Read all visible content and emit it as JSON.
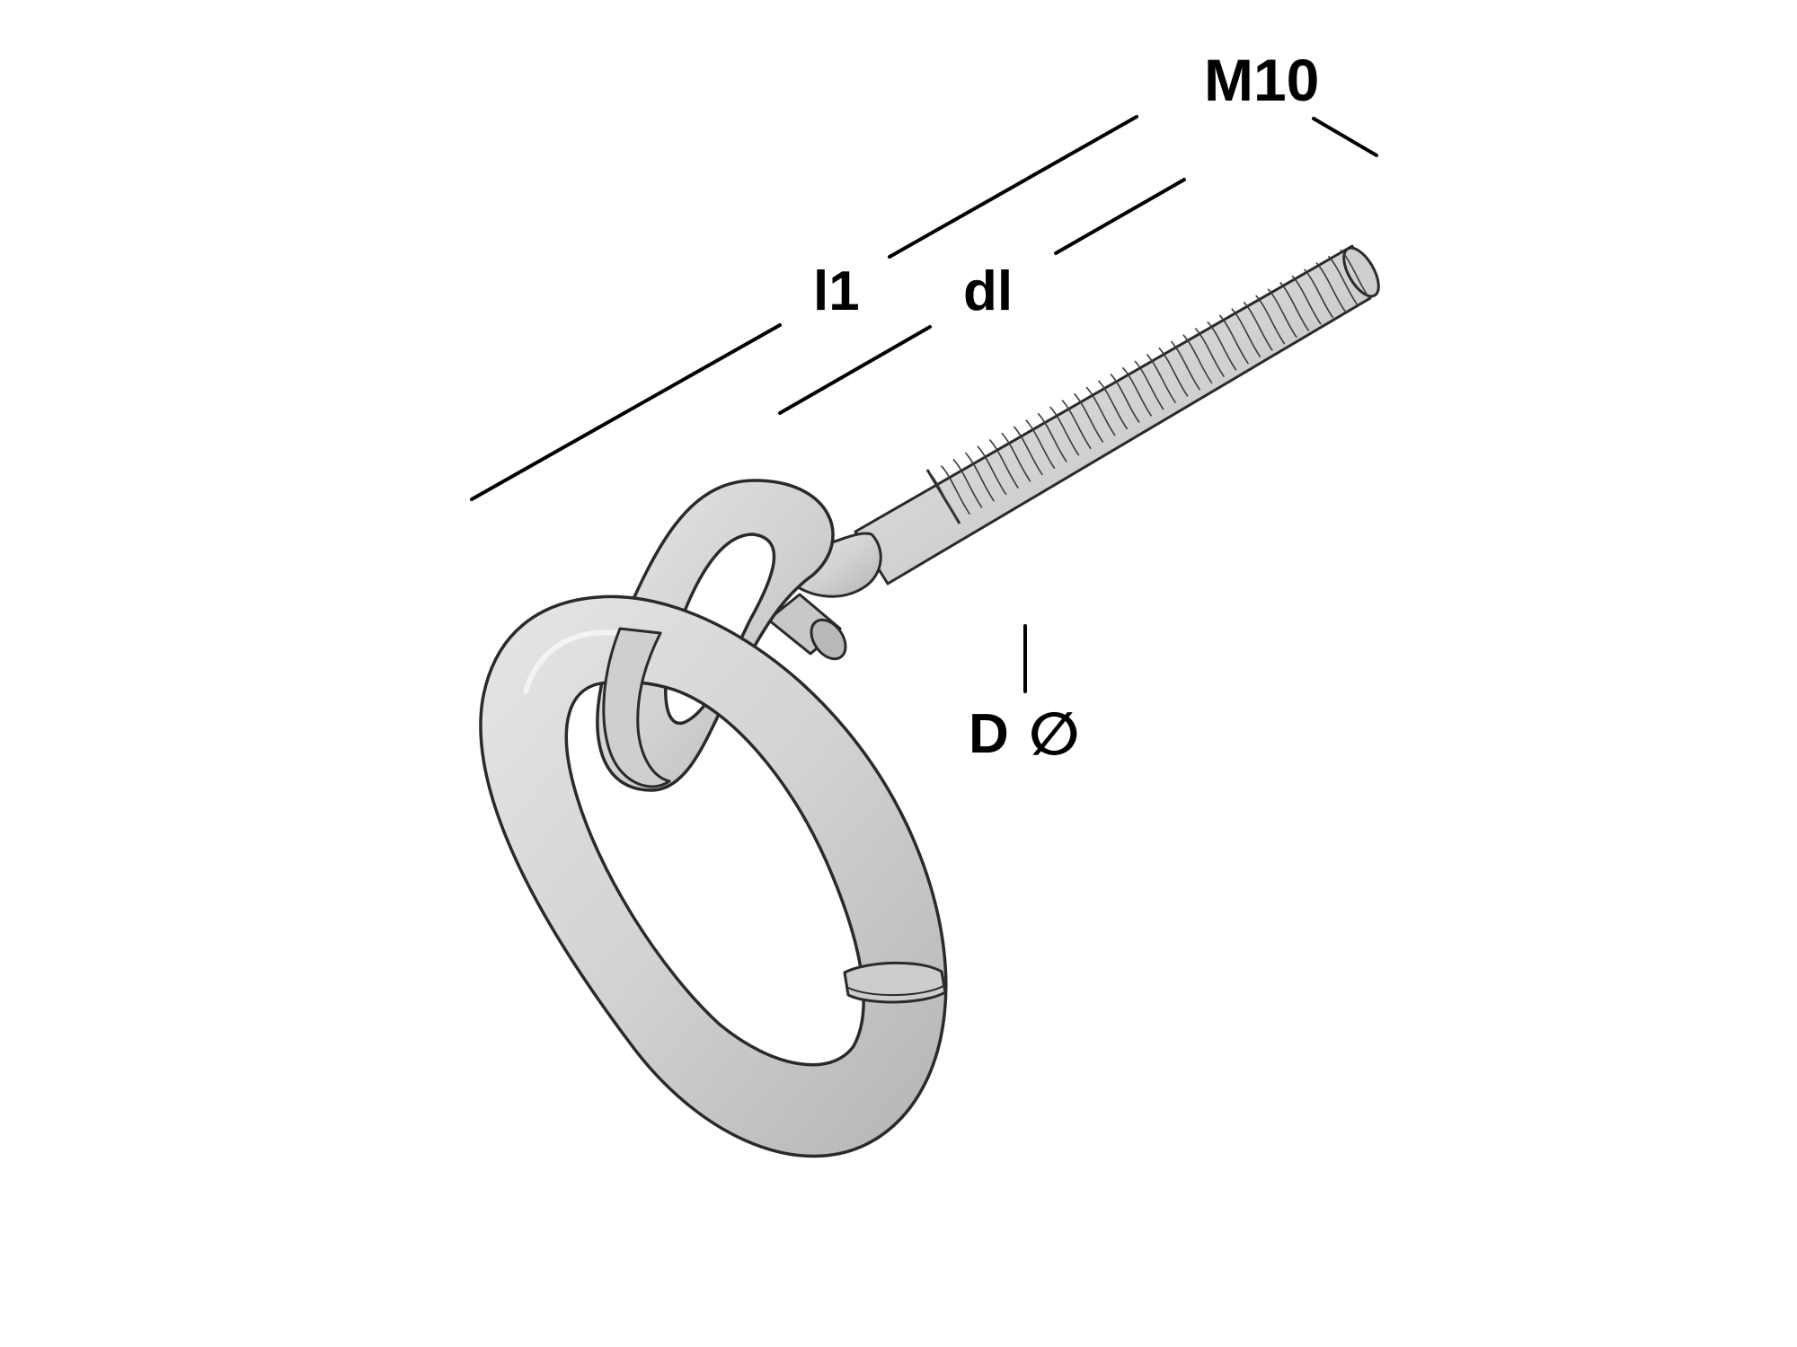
{
  "labels": {
    "thread_size": "M10",
    "total_length": "l1",
    "thread_length": "dl",
    "ring_diameter": "D",
    "diameter_symbol": "∅"
  },
  "colors": {
    "background": "#ffffff",
    "metal": "#d4d4d4",
    "metal_shadow": "#a9a9a9",
    "outline": "#2a2a2a",
    "dimension_line": "#000000"
  }
}
